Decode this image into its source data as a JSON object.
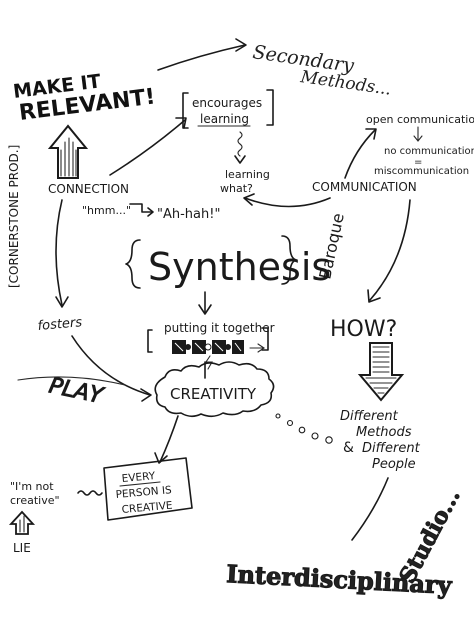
{
  "nodes": {
    "make_it": "MAKE IT",
    "relevant": "RELEVANT!",
    "secondary_1": "Secondary",
    "secondary_2": "Methods...",
    "encourages_1": "encourages",
    "encourages_2": "learning",
    "open_communication": "open communication",
    "no_communication": "no communication",
    "equals": "=",
    "miscommunication": "miscommunication",
    "cornerstone": "[CORNERSTONE PROD.]",
    "connection": "CONNECTION",
    "learning_1": "learning",
    "learning_2": "what?",
    "communication": "COMMUNICATION",
    "hmm": "\"hmm...\"",
    "ah_hah": "\"Ah-hah!\"",
    "synthesis": "Synthesis",
    "baroque": "Baroque",
    "fosters": "fosters",
    "putting_together": "putting it together",
    "how": "HOW?",
    "play": "PLAY",
    "creativity": "CREATIVITY",
    "different_1": "Different",
    "different_2": "Methods",
    "amp": "&",
    "different_3": "Different",
    "different_4": "People",
    "im_not_1": "\"I'm not",
    "im_not_2": "creative\"",
    "lie": "LIE",
    "every_1": "EVERY",
    "every_2": "PERSON IS",
    "every_3": "CREATIVE",
    "interdisciplinary": "Interdisciplinary",
    "studio": "Studio..."
  },
  "colors": {
    "ink": "#1a1a1a",
    "paper": "#ffffff"
  }
}
